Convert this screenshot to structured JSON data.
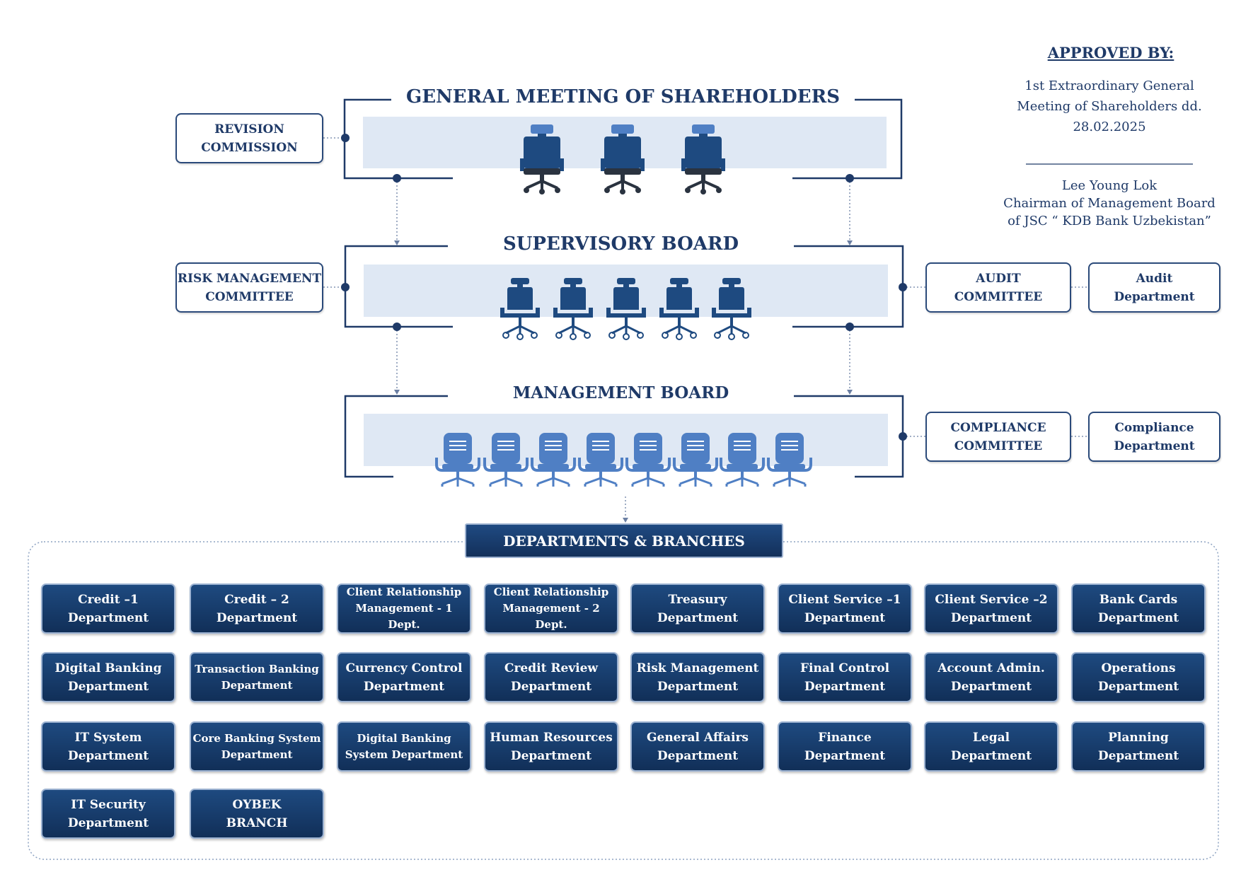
{
  "diagram": {
    "sections": {
      "general_meeting": "GENERAL MEETING OF  SHAREHOLDERS",
      "supervisory_board": "SUPERVISORY BOARD",
      "management_board": "MANAGEMENT BOARD"
    },
    "side_boxes": {
      "revision": "REVISION\nCOMMISSION",
      "risk": "RISK MANAGEMENT\nCOMMITTEE",
      "audit_committee": "AUDIT\nCOMMITTEE",
      "audit_department": "Audit\nDepartment",
      "compliance_committee": "COMPLIANCE\nCOMMITTEE",
      "compliance_department": "Compliance\nDepartment"
    },
    "departments_header": "DEPARTMENTS & BRANCHES",
    "departments": [
      "Credit –1\nDepartment",
      "Credit – 2\nDepartment",
      "Client Relationship\nManagement - 1 Dept.",
      "Client Relationship\nManagement - 2 Dept.",
      "Treasury\nDepartment",
      "Client Service –1\nDepartment",
      "Client Service –2\nDepartment",
      "Bank Cards\nDepartment",
      "Digital Banking\nDepartment",
      "Transaction Banking\nDepartment",
      "Currency Control\nDepartment",
      "Credit Review\nDepartment",
      "Risk Management\nDepartment",
      "Final Control\nDepartment",
      "Account Admin.\nDepartment",
      "Operations\nDepartment",
      "IT System\nDepartment",
      "Core Banking System\nDepartment",
      "Digital Banking\nSystem Department",
      "Human Resources\nDepartment",
      "General Affairs\nDepartment",
      "Finance\nDepartment",
      "Legal\nDepartment",
      "Planning\nDepartment",
      "IT Security\nDepartment",
      "OYBEK\nBRANCH"
    ]
  },
  "approval": {
    "title": "APPROVED BY:",
    "line1": "1st Extraordinary General",
    "line2": "Meeting of Shareholders dd.",
    "line3": "28.02.2025",
    "name": "Lee Young Lok",
    "position": "Chairman of Management Board",
    "company": "of JSC “ KDB Bank Uzbekistan”"
  },
  "colors": {
    "navy": "#1f3a68",
    "light_band": "#dfe8f4",
    "chair_light": "#4f7fc4",
    "chair_dark": "#1e4a80"
  }
}
